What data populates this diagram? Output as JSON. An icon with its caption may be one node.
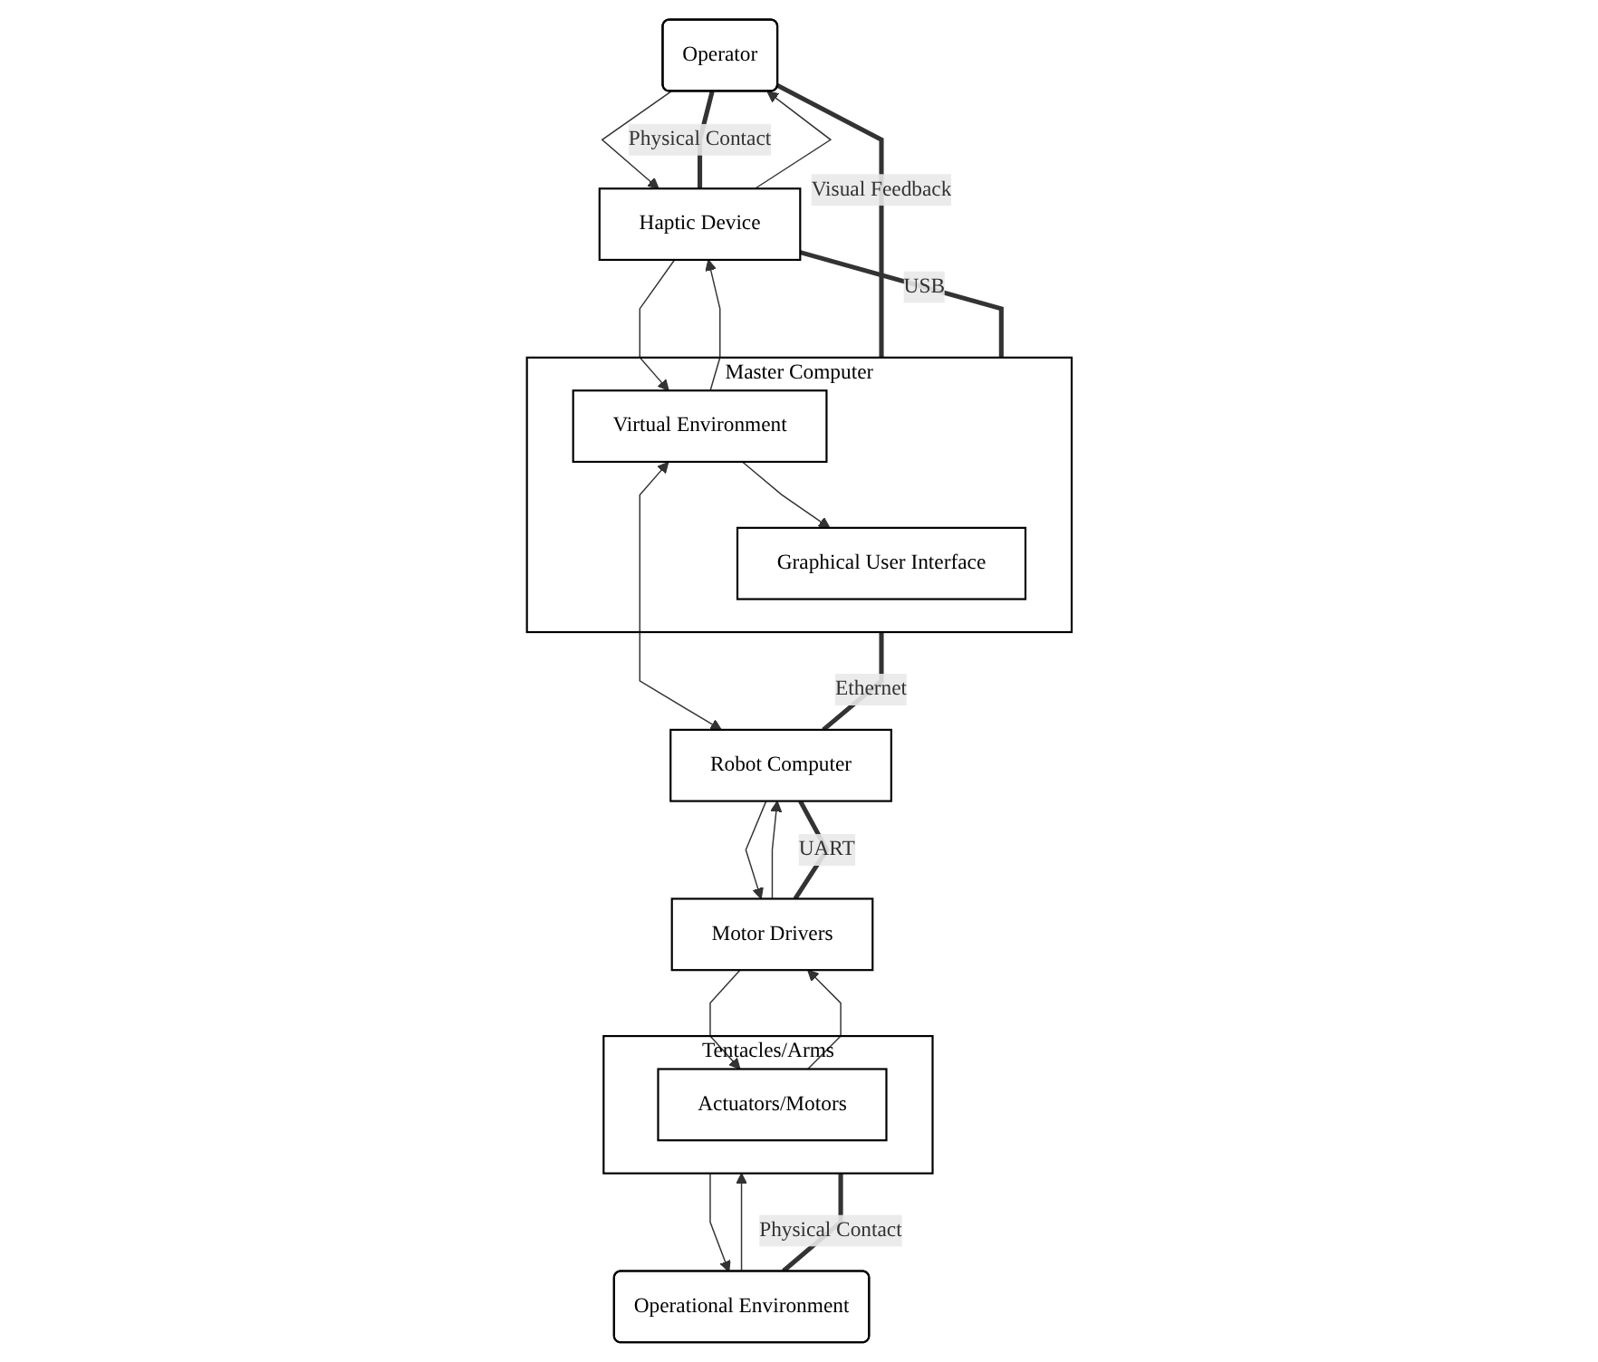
{
  "diagram": {
    "nodes": [
      {
        "text": [
          "Operator"
        ]
      },
      {
        "text": [
          "Haptic Device"
        ]
      },
      {
        "text": [
          "Master Computer"
        ]
      },
      {
        "text": [
          "Virtual Environment"
        ],
        "in": 2
      },
      {
        "text": [
          "Graphical User Interface"
        ],
        "in": 2
      },
      {
        "text": [
          "Operational Environment"
        ]
      },
      {
        "text": [
          "Tentacles/Arms"
        ]
      },
      {
        "text": [
          "Actuators/Motors"
        ],
        "in": 6
      },
      {
        "text": [
          "Motor Drivers"
        ]
      },
      {
        "text": [
          "Robot Computer"
        ]
      }
    ],
    "edges": [
      {
        "from": 0,
        "to": 1,
        "arrow": "to"
      },
      {
        "from": 1,
        "to": 0,
        "arrow": "to"
      },
      {
        "from": 0,
        "to": 1,
        "arrow": "none",
        "label": "Physical Contact",
        "style": "thick"
      },
      {
        "from": 0,
        "to": 2,
        "arrow": "none",
        "label": "Visual Feedback",
        "style": "thick"
      },
      {
        "from": 1,
        "to": 3,
        "arrow": "to"
      },
      {
        "from": 3,
        "to": 1,
        "arrow": "to"
      },
      {
        "from": 1,
        "to": 2,
        "arrow": "none",
        "label": "USB",
        "style": "thick"
      },
      {
        "from": 3,
        "to": 4,
        "arrow": "to"
      },
      {
        "from": 3,
        "to": 9,
        "arrow": "both"
      },
      {
        "from": 2,
        "to": 9,
        "arrow": "none",
        "label": "Ethernet",
        "style": "thick"
      },
      {
        "from": 5,
        "to": 6,
        "arrow": "to"
      },
      {
        "from": 6,
        "to": 5,
        "arrow": "to"
      },
      {
        "from": 5,
        "to": 6,
        "arrow": "none",
        "label": "Physical Contact",
        "style": "thick"
      },
      {
        "from": 7,
        "to": 8,
        "arrow": "to"
      },
      {
        "from": 8,
        "to": 7,
        "arrow": "to"
      },
      {
        "from": 8,
        "to": 9,
        "arrow": "to"
      },
      {
        "from": 9,
        "to": 8,
        "arrow": "to"
      },
      {
        "from": 8,
        "to": 9,
        "arrow": "none",
        "label": "UART",
        "style": "thick"
      }
    ]
  }
}
